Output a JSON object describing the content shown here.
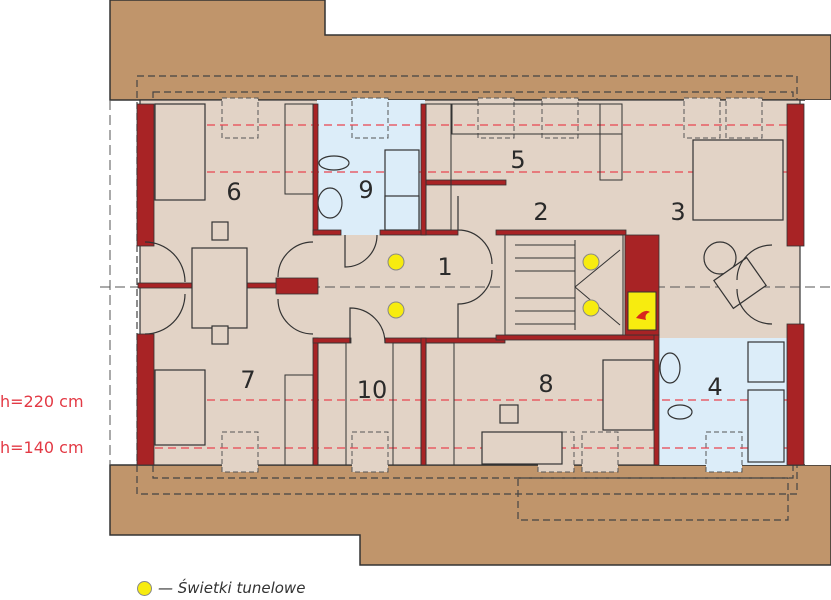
{
  "colors": {
    "roof": "#c0956b",
    "floor": "#e2d3c6",
    "bathroom": "#dcedf9",
    "wall": "#a82325",
    "height_line": "#e8444f",
    "light": "#f7ec0f"
  },
  "rooms": [
    {
      "number": "1"
    },
    {
      "number": "2"
    },
    {
      "number": "3"
    },
    {
      "number": "4"
    },
    {
      "number": "5"
    },
    {
      "number": "6"
    },
    {
      "number": "7"
    },
    {
      "number": "8"
    },
    {
      "number": "9"
    },
    {
      "number": "10"
    }
  ],
  "height_labels": [
    "h=220 cm",
    "h=140 cm"
  ],
  "legend": {
    "icon": "yellow-circle",
    "text": "— Świetki tunelowe"
  }
}
